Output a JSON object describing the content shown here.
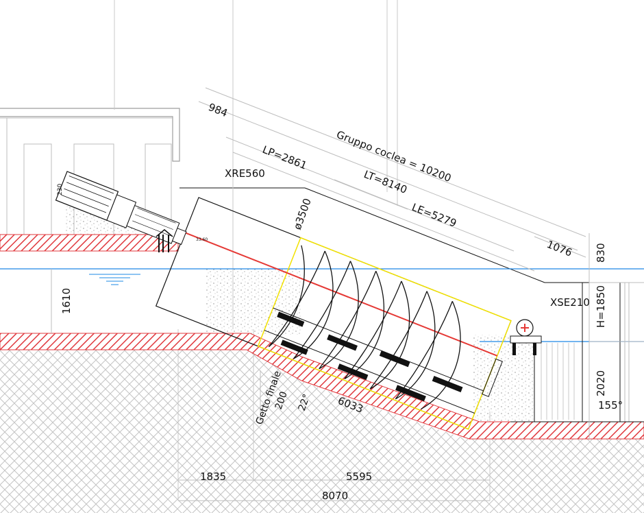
{
  "drawing": {
    "labels": {
      "group_length": "Gruppo coclea = 10200",
      "lp": "LP=2861",
      "lt": "LT=8140",
      "le": "LE=5279",
      "top_offset": "984",
      "end_offset": "1076",
      "diameter": "ø3500",
      "motor_model": "XRE560",
      "support_model": "XSE210",
      "right_top": "830",
      "right_h": "H=1850",
      "right_bottom": "2020",
      "right_angle": "155°",
      "water_depth": "1610",
      "motor_height": "230",
      "level_mark": "33.60",
      "final_cast": "Getto finale",
      "final_cast_value": "200",
      "angle": "22°",
      "inclined_length": "6033",
      "bottom_left": "1835",
      "bottom_right": "5595",
      "bottom_total": "8070"
    },
    "colors": {
      "concrete_hatch": "#e0383d",
      "water": "#1e88e5",
      "axis_line": "#e53935",
      "screw_outline": "#f2e200",
      "structure": "#111111",
      "ground_hatch": "#bdbdbd"
    }
  }
}
